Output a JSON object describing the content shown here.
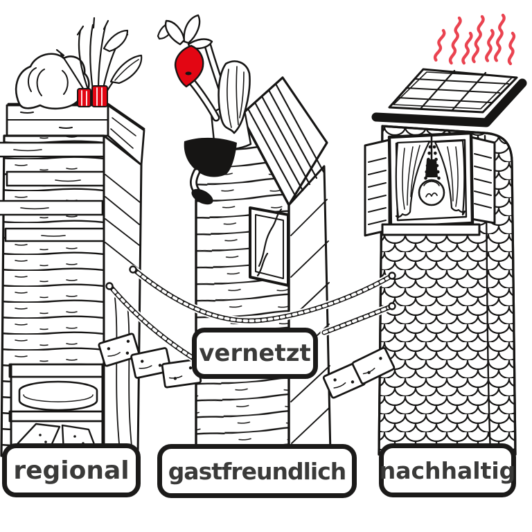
{
  "labels": {
    "tower_left": "regional",
    "tower_middle": "gastfreundlich",
    "tower_right": "nachhaltig",
    "bridge": "vernetzt"
  },
  "colors": {
    "accent_red": "#e30613",
    "heat_red": "#ea4350",
    "ink": "#161514",
    "label_text": "#3a3a39",
    "background": "#ffffff"
  },
  "illustration_elements": [
    "tower-with-rooftop-garden",
    "lettuce-icon",
    "red-vegetable-crates",
    "cheese-shelf",
    "wooden-house-tower",
    "climber-holding-red-beet",
    "window-with-reflection",
    "rope-bridge",
    "scale-shingle-tower",
    "solar-panel-roof",
    "heat-waves",
    "open-window-with-shutters",
    "light-bulb"
  ]
}
